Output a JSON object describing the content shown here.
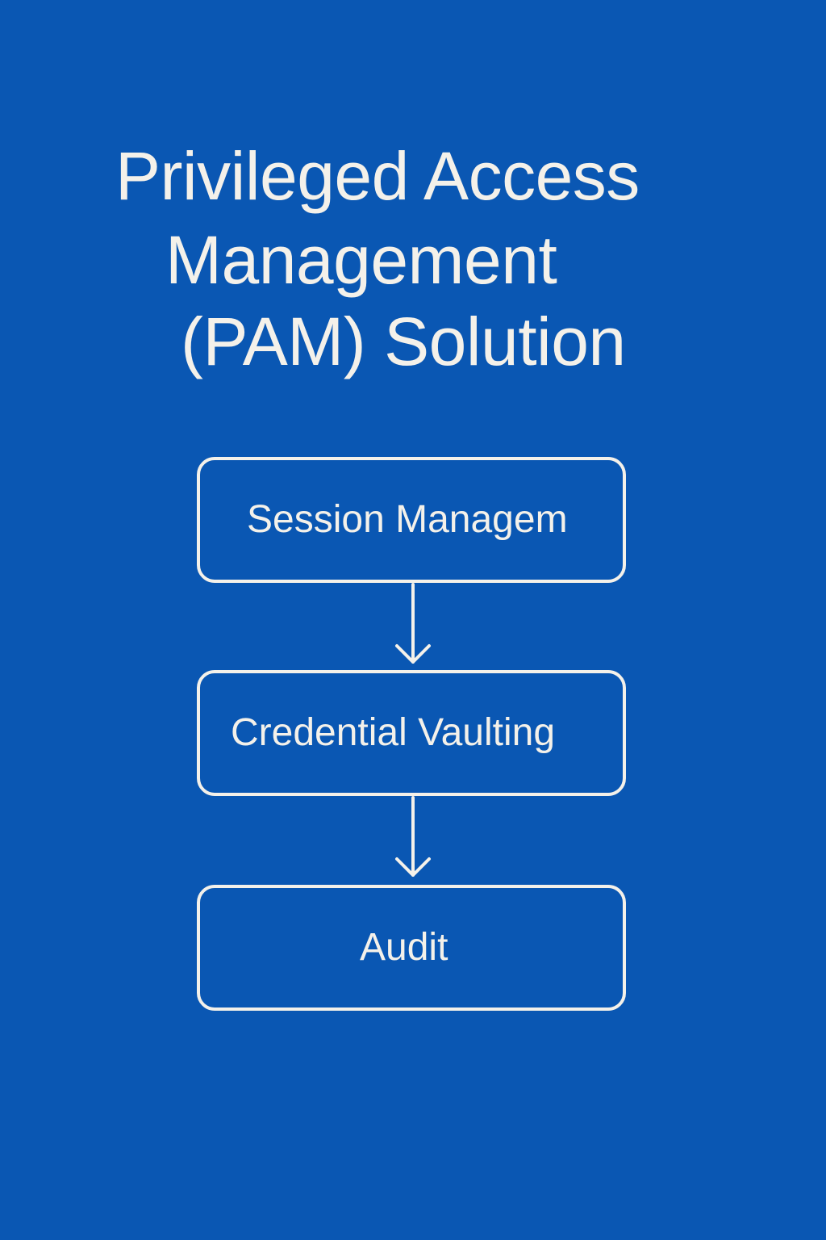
{
  "diagram": {
    "title": {
      "line1": "Privileged Access",
      "line2": "Management",
      "line3": "(PAM) Solution"
    },
    "nodes": [
      {
        "label": "Session Managem"
      },
      {
        "label": "Credential Vaulting"
      },
      {
        "label": "Audit"
      }
    ],
    "edges": [
      {
        "from": "Session Managem",
        "to": "Credential Vaulting",
        "icon": "arrow-down-icon"
      },
      {
        "from": "Credential Vaulting",
        "to": "Audit",
        "icon": "arrow-down-icon"
      }
    ]
  },
  "colors": {
    "background": "#0a57b3",
    "foreground": "#f4f1ea"
  }
}
